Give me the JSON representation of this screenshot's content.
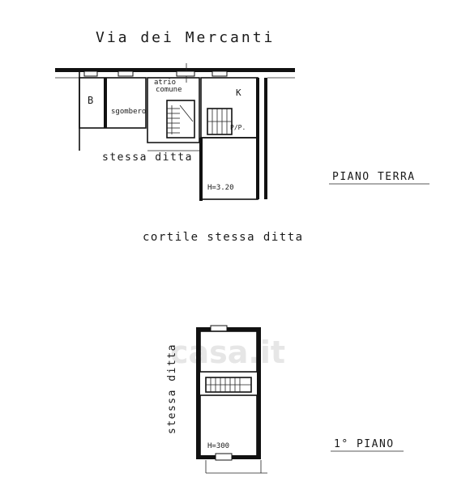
{
  "street_label": "Via dei Mercanti",
  "ground_floor": {
    "floor_label": "PIANO TERRA",
    "rooms": {
      "b": "B",
      "sgombero": "sgombero",
      "atrio_1": "atrio",
      "atrio_2": "comune",
      "k": "K",
      "pip": "P/P.",
      "height": "H=3.20"
    },
    "side_label": "stessa ditta",
    "courtyard_label": "cortile stessa ditta"
  },
  "first_floor": {
    "floor_label": "1° PIANO",
    "side_label": "stessa ditta",
    "height": "H=300"
  },
  "watermark": "casa.it"
}
